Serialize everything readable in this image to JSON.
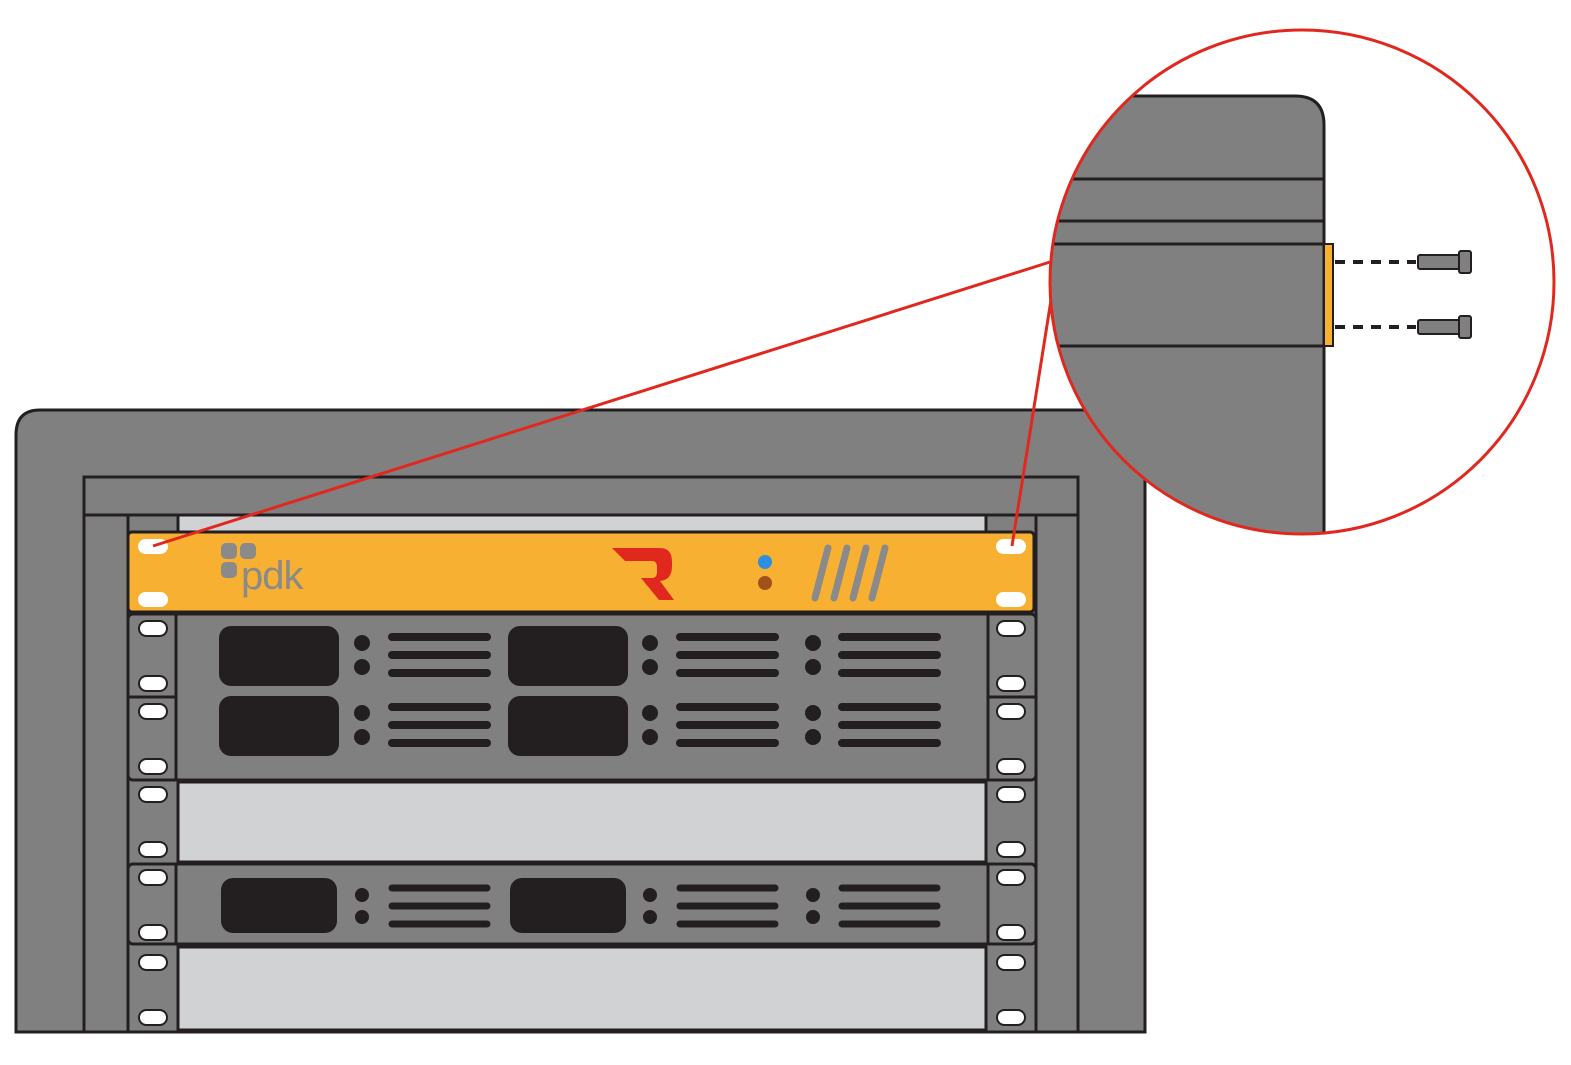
{
  "diagram": {
    "device": {
      "brand_text": "pdk",
      "logo": "red-r-logo",
      "status_led_top": "blue-led",
      "status_led_bottom": "orange-led",
      "grille": "vent-slashes"
    },
    "colors": {
      "rack_frame": "#808080",
      "outline": "#231f20",
      "device_face": "#f7b032",
      "blank_panel": "#d0d2d3",
      "callout": "#e0281f",
      "logo_red": "#e0281f",
      "led_blue": "#2f8ee0",
      "led_orange": "#a0521b",
      "drive_bay": "#231f20"
    },
    "callout": {
      "type": "zoom-circle",
      "target": "top-right-mounting-ear",
      "detail": "two-mounting-screws"
    },
    "rack_units": [
      {
        "kind": "pdk-controller"
      },
      {
        "kind": "server-2u"
      },
      {
        "kind": "blank-panel"
      },
      {
        "kind": "server-1u"
      },
      {
        "kind": "blank-panel"
      }
    ]
  }
}
